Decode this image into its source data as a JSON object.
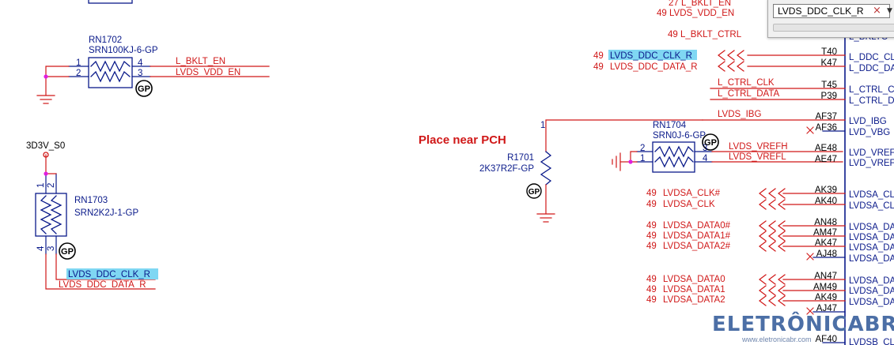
{
  "parts": {
    "rn1702": {
      "ref": "RN1702",
      "value": "SRN100KJ-6-GP",
      "pins": [
        "1",
        "2",
        "4",
        "3"
      ]
    },
    "rn1703": {
      "ref": "RN1703",
      "value": "SRN2K2J-1-GP",
      "pins": [
        "1",
        "2",
        "4",
        "3"
      ]
    },
    "rn1704": {
      "ref": "RN1704",
      "value": "SRN0J-6-GP",
      "pins": [
        "2",
        "1",
        "3",
        "4"
      ]
    },
    "r1701": {
      "ref": "R1701",
      "value": "2K37R2F-GP",
      "pins": [
        "1"
      ]
    },
    "gp_mark": "GP",
    "power_3v3": "3D3V_S0"
  },
  "note": "Place near PCH",
  "nets": {
    "l_bklt_en": "L_BKLT_EN",
    "lvds_vdd_en": "LVDS_VDD_EN",
    "lvds_ddc_clk_r": "LVDS_DDC_CLK_R",
    "lvds_ddc_data_r": "LVDS_DDC_DATA_R",
    "l_ctrl_clk": "L_CTRL_CLK",
    "l_ctrl_data": "L_CTRL_DATA",
    "lvds_ibg": "LVDS_IBG",
    "lvds_vrefh": "LVDS_VREFH",
    "lvds_vrefl": "LVDS_VREFL",
    "top_bklt_en": "27  L_BKLT_EN",
    "top_vdd_en": "49  LVDS_VDD_EN",
    "top_bklt_ctrl": "49  L_BKLT_CTRL"
  },
  "offpage": [
    {
      "page": "49",
      "net": "LVDS_DDC_CLK_R"
    },
    {
      "page": "49",
      "net": "LVDS_DDC_DATA_R"
    },
    {
      "page": "49",
      "net": "LVDSA_CLK#"
    },
    {
      "page": "49",
      "net": "LVDSA_CLK"
    },
    {
      "page": "49",
      "net": "LVDSA_DATA0#"
    },
    {
      "page": "49",
      "net": "LVDSA_DATA1#"
    },
    {
      "page": "49",
      "net": "LVDSA_DATA2#"
    },
    {
      "page": "49",
      "net": "LVDSA_DATA0"
    },
    {
      "page": "49",
      "net": "LVDSA_DATA1"
    },
    {
      "page": "49",
      "net": "LVDSA_DATA2"
    }
  ],
  "pch_pins": [
    "T40",
    "K47",
    "T45",
    "P39",
    "AF37",
    "AF36",
    "AE48",
    "AE47",
    "AK39",
    "AK40",
    "AN48",
    "AM47",
    "AK47",
    "AJ48",
    "AN47",
    "AM49",
    "AK49",
    "AJ47",
    "AF40"
  ],
  "pch_signals": [
    "L_BKLTC",
    "L_DDC_CL",
    "L_DDC_DA",
    "L_CTRL_C",
    "L_CTRL_D",
    "LVD_IBG",
    "LVD_VBG",
    "LVD_VREF",
    "LVD_VREF",
    "LVDSA_CL",
    "LVDSA_CL",
    "LVDSA_DA",
    "LVDSA_DA",
    "LVDSA_DA",
    "LVDSA_DA",
    "LVDSA_DA",
    "LVDSA_DA",
    "LVDSA_DA",
    "LVDSB_CL"
  ],
  "search": {
    "value": "LVDS_DDC_CLK_R",
    "clear_icon": "×",
    "dropdown_icon": "▼"
  },
  "watermark": {
    "brand": "ELETRÔNICABR",
    "url": "www.eletronicabr.com"
  },
  "colors": {
    "wire": "#d01818",
    "part": "#0a1a8a",
    "highlight": "#7fd7f3",
    "junction": "#e01ee0"
  }
}
